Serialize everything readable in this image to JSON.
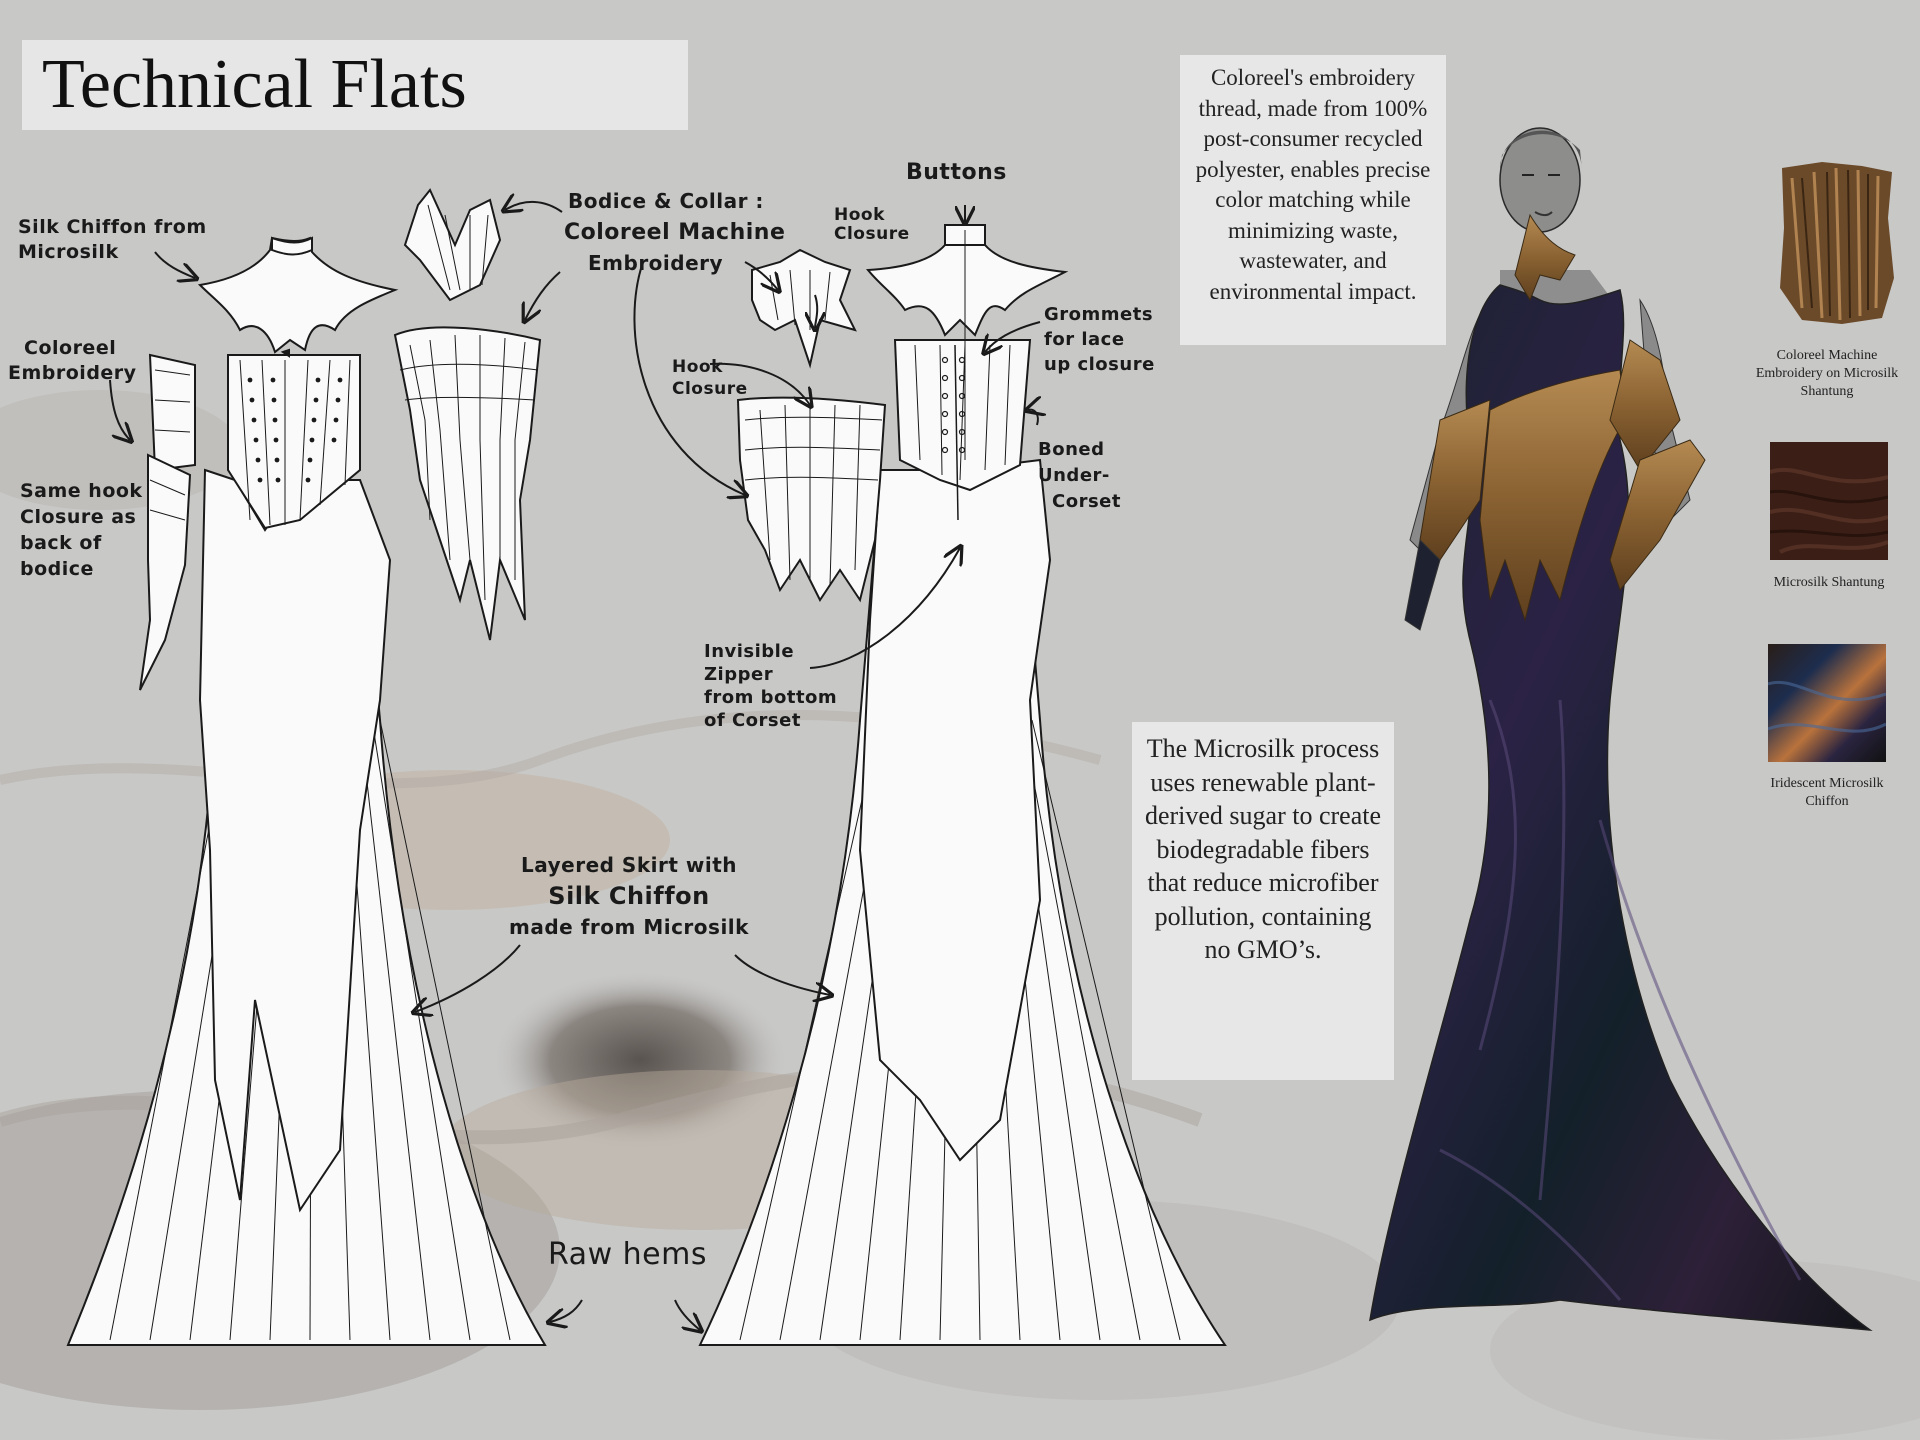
{
  "title": "Technical Flats",
  "info_boxes": {
    "coloreel": "Coloreel's embroidery thread, made from 100% post-consumer recycled polyester, enables precise color matching while minimizing waste, wastewater, and environmental impact.",
    "microsilk": "The Microsilk process uses renewable plant-derived sugar to create biodegradable fibers that reduce microfiber pollution, containing no GMO’s."
  },
  "annotations": {
    "silk_chiffon": [
      "Silk Chiffon from",
      "Microsilk"
    ],
    "coloreel_embroidery": [
      "Coloreel",
      "Embroidery"
    ],
    "same_hook": [
      "Same hook",
      "Closure as",
      "back of",
      "bodice"
    ],
    "bodice_collar": [
      "Bodice & Collar :",
      "Coloreel Machine",
      "Embroidery"
    ],
    "buttons": "Buttons",
    "hook_closure_top": [
      "Hook",
      "Closure"
    ],
    "hook_closure_mid": [
      "Hook",
      "Closure"
    ],
    "grommets": [
      "Grommets",
      "for lace",
      "up closure"
    ],
    "boned": [
      "Boned",
      "Under-",
      "Corset"
    ],
    "invisible_zipper": [
      "Invisible",
      "Zipper",
      "from bottom",
      "of Corset"
    ],
    "layered_skirt": [
      "Layered Skirt with",
      "Silk Chiffon",
      "made from Microsilk"
    ],
    "raw_hems": "Raw hems"
  },
  "swatches": [
    {
      "label": "Coloreel Machine Embroidery on Microsilk Shantung",
      "color": "#6b4a2a",
      "icon": "embroidery-swatch"
    },
    {
      "label": "Microsilk Shantung",
      "color": "#3b1f17",
      "icon": "shantung-swatch"
    },
    {
      "label": "Iridescent Microsilk Chiffon",
      "color": "#1d1c2a",
      "icon": "iridescent-swatch"
    }
  ],
  "colors": {
    "background": "#c9c9c8",
    "box": "#e6e6e6",
    "ink": "#1a1a1a",
    "gown_dark": "#1a1a2a",
    "embroidery_gold": "#9b7040"
  }
}
